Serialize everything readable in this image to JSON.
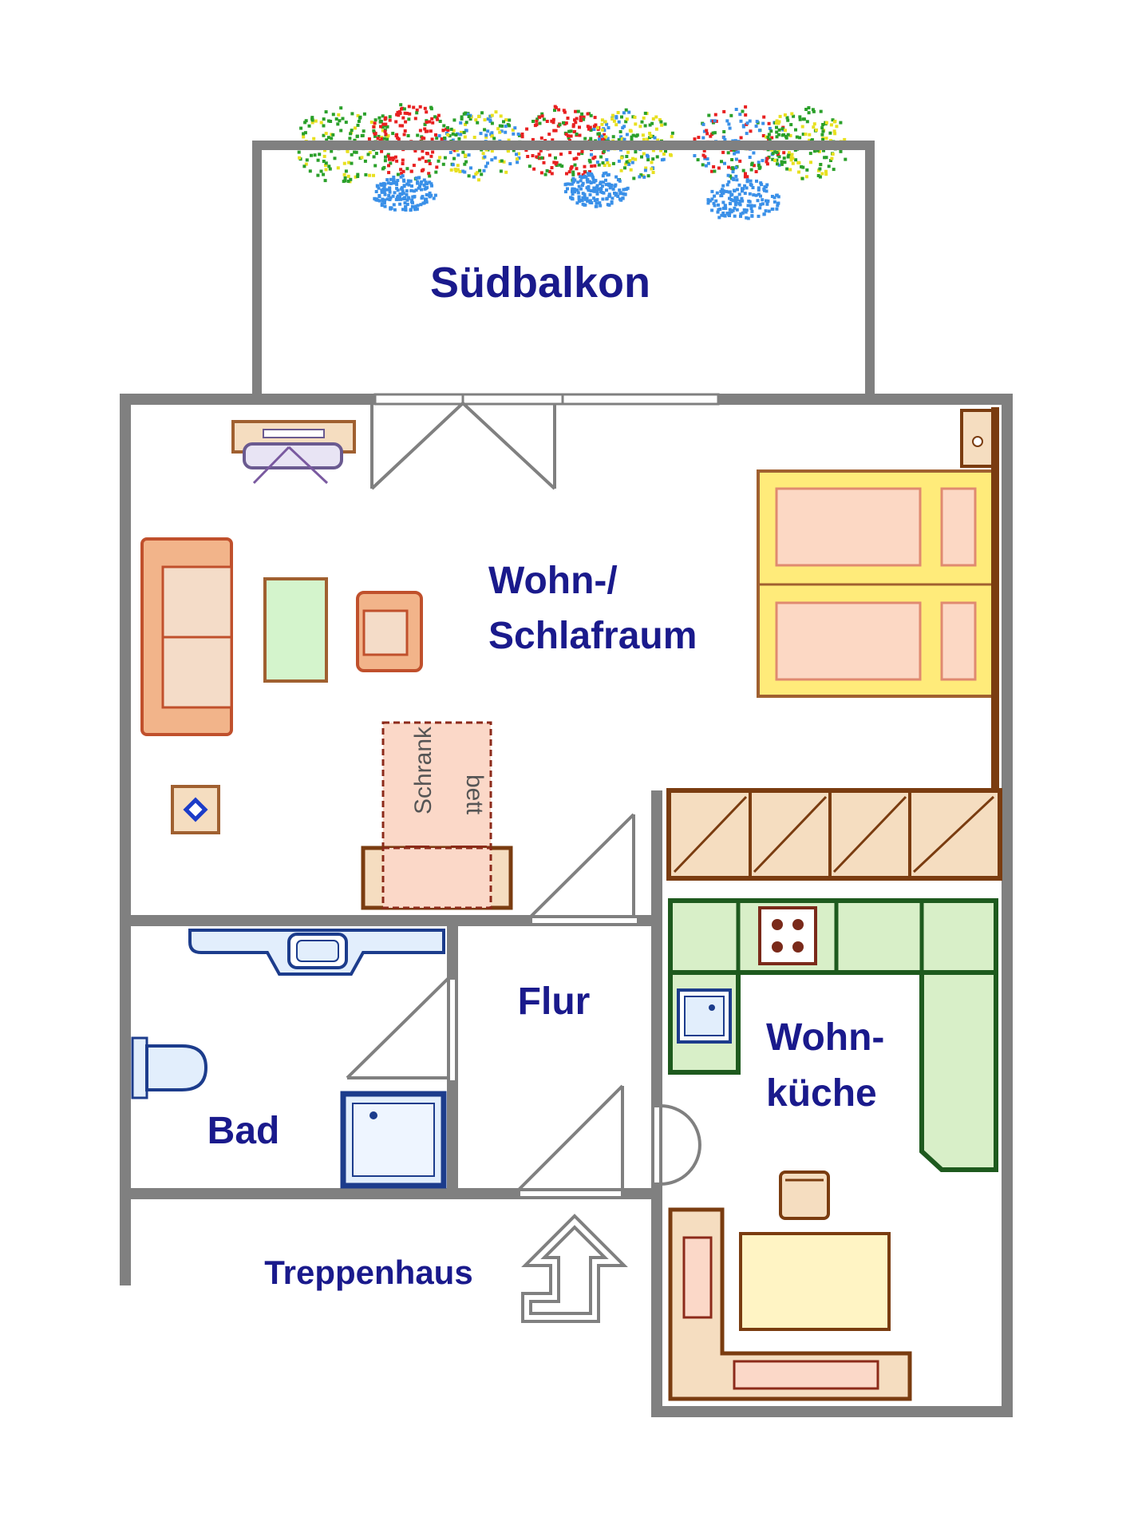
{
  "rooms": {
    "balcony": "Südbalkon",
    "living_line1": "Wohn-/",
    "living_line2": "Schlafraum",
    "hall": "Flur",
    "bath": "Bad",
    "kitchen_line1": "Wohn-",
    "kitchen_line2": "küche",
    "stairwell": "Treppenhaus"
  },
  "furniture": {
    "wallbed_line1": "Schrank",
    "wallbed_line2": "bett"
  },
  "colors": {
    "wall": "#808080",
    "label": "#1a1a8c",
    "wood": "#7a3c10",
    "bed_fill": "#ffeb7a",
    "sofa_fill": "#f2b48a",
    "kitchen_fill": "#d8efc8",
    "kitchen_stroke": "#1e5a1e",
    "bath_fill": "#e2eefc",
    "bath_stroke": "#1c3c8c"
  }
}
